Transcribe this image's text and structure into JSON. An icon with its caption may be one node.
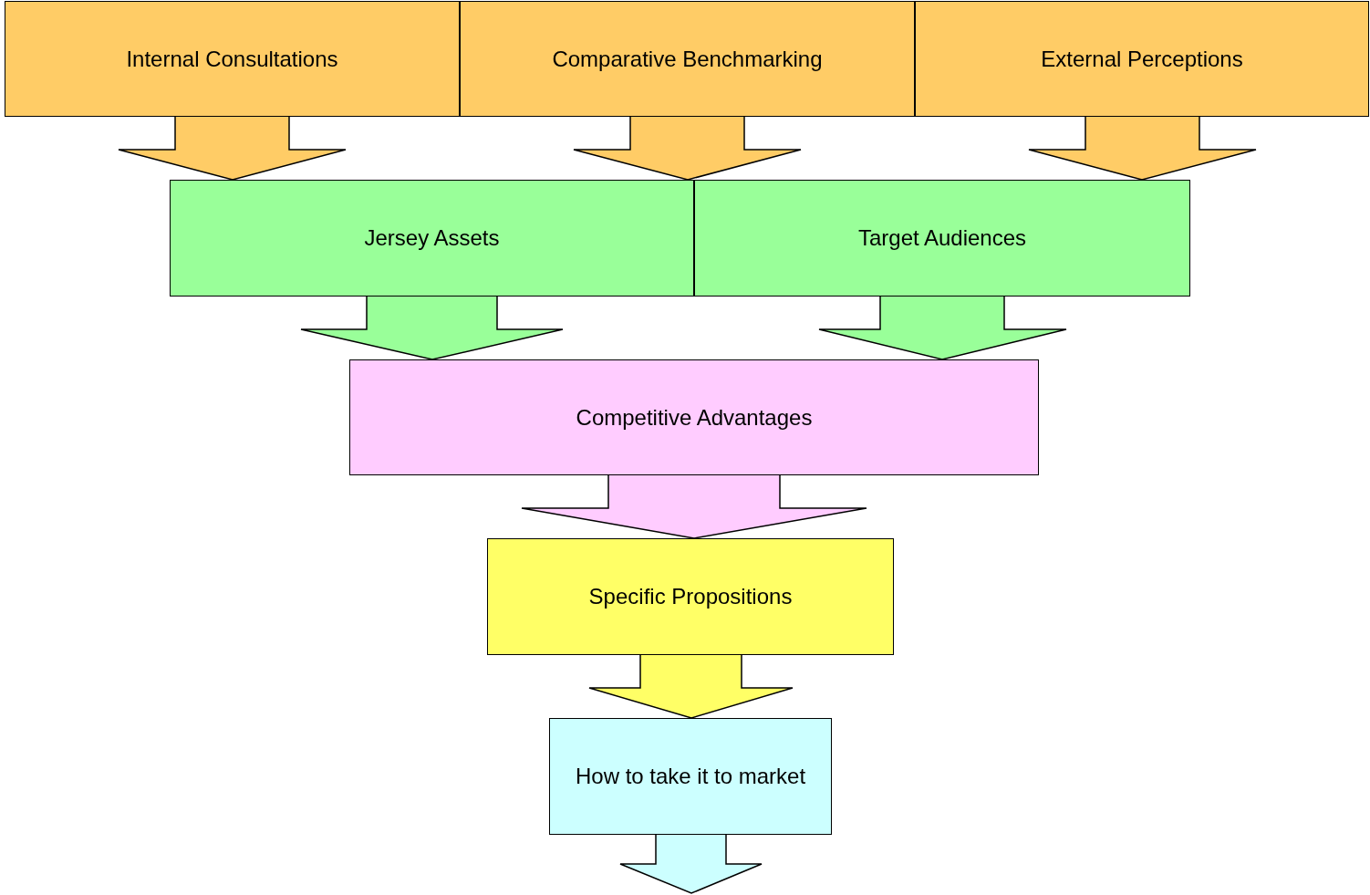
{
  "diagram": {
    "nodes": [
      {
        "text": [
          "Internal Consultations"
        ]
      },
      {
        "text": [
          "Comparative Benchmarking"
        ]
      },
      {
        "text": [
          "External Perceptions"
        ]
      },
      {
        "text": [
          "Jersey Assets"
        ]
      },
      {
        "text": [
          "Target Audiences"
        ]
      },
      {
        "text": [
          "Competitive Advantages"
        ]
      },
      {
        "text": [
          "Specific Propositions"
        ]
      },
      {
        "text": [
          "How to take it to market"
        ]
      }
    ],
    "edges": [
      {
        "from": 0,
        "to": 3,
        "arrow": "to"
      },
      {
        "from": 1,
        "to": 3,
        "arrow": "to"
      },
      {
        "from": 2,
        "to": 4,
        "arrow": "to"
      },
      {
        "from": 3,
        "to": 5,
        "arrow": "to"
      },
      {
        "from": 4,
        "to": 5,
        "arrow": "to"
      },
      {
        "from": 5,
        "to": 6,
        "arrow": "to"
      },
      {
        "from": 6,
        "to": 7,
        "arrow": "to"
      },
      {
        "from": 7,
        "to": null,
        "arrow": "to"
      }
    ]
  }
}
